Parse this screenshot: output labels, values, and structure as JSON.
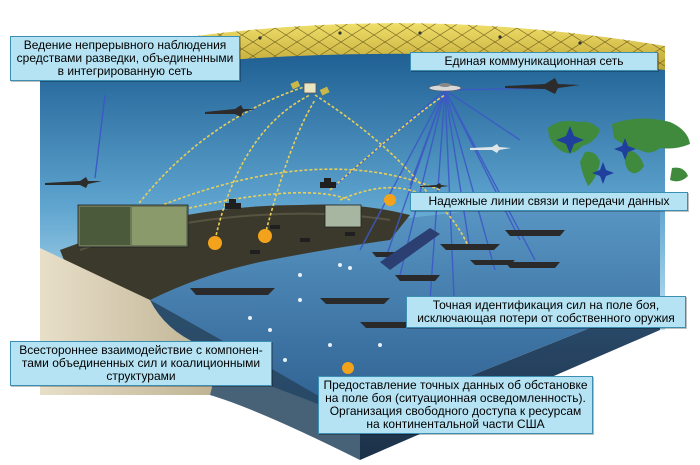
{
  "labels": {
    "surveillance": "Ведение непрерывного наблюдения\nсредствами разведки, объединенными\nв интегрированную сеть",
    "comm_network": "Единая коммуникационная сеть",
    "data_links": "Надежные линии связи и передачи данных",
    "identification": "Точная идентификация сил на поле боя,\nисключающая потери от собственного оружия",
    "interaction": "Всестороннее взаимодействие с компонен-\nтами объединенных сил и коалиционными\nструктурами",
    "situational_data": "Предоставление точных данных об обстановке\nна поле боя (ситуационная осведомленность).\nОрганизация свободного доступа к ресурсам\nна континентальной части США"
  },
  "colors": {
    "label_fill": "#b6e3f3",
    "label_border": "#3a8fb3",
    "sky_top": "#2a6c9e",
    "sky_bottom": "#9fd0e6",
    "sea": "#4b86b8",
    "land": "#3e3b2e",
    "dome": "#d8c447",
    "cliff": "#d9cfb6",
    "link_blue": "#3d59c6",
    "link_yellow": "#e8cf59"
  },
  "icons": [
    "satellite-icon",
    "aircraft-icon",
    "ship-icon",
    "tank-icon",
    "explosion-icon",
    "world-map-icon"
  ]
}
